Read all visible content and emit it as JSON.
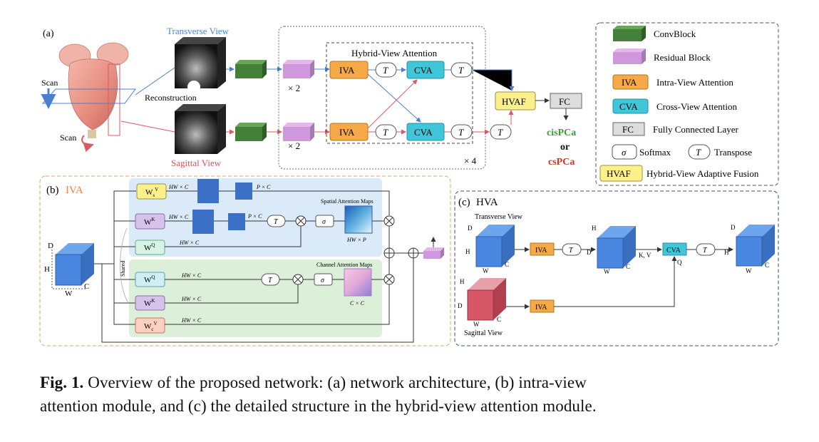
{
  "panel_a": {
    "label": "(a)",
    "scan_top": "Scan",
    "scan_bottom": "Scan",
    "transverse_view": "Transverse View",
    "sagittal_view": "Sagittal View",
    "reconstruction": "Reconstruction",
    "times2_top": "× 2",
    "times2_bottom": "× 2",
    "hva_title": "Hybrid-View Attention",
    "times4": "× 4",
    "iva": "IVA",
    "cva": "CVA",
    "t": "T",
    "hvaf": "HVAF",
    "fc": "FC",
    "out_cis": "cisPCa",
    "out_or": "or",
    "out_cs": "csPCa"
  },
  "legend": {
    "convblock": "ConvBlock",
    "residual": "Residual Block",
    "iva_tag": "IVA",
    "iva_text": "Intra-View Attention",
    "cva_tag": "CVA",
    "cva_text": "Cross-View Attention",
    "fc_tag": "FC",
    "fc_text": "Fully Connected Layer",
    "sigma_tag": "σ",
    "softmax": "Softmax",
    "t_tag": "T",
    "transpose": "Transpose",
    "hvaf_tag": "HVAF",
    "hvaf_text": "Hybrid-View Adaptive Fusion"
  },
  "panel_b": {
    "label": "(b)",
    "title": "IVA",
    "d": "D",
    "h": "H",
    "w": "W",
    "c": "C",
    "shared": "Shared",
    "wsv": "W",
    "wsv_sub": "s",
    "wsv_sup": "V",
    "wk": "W",
    "wk_sup": "K",
    "wq": "W",
    "wq_sup": "Q",
    "wq2": "W",
    "wq2_sup": "Q",
    "wk2": "W",
    "wk2_sup": "K",
    "wcv": "W",
    "wcv_sub": "c",
    "wcv_sup": "V",
    "hwc": "HW × C",
    "pc": "P × C",
    "spatial_maps": "Spatial Attention Maps",
    "hwp": "HW × P",
    "channel_maps": "Channel Attention Maps",
    "cc": "C × C",
    "sigma": "σ",
    "t": "T"
  },
  "panel_c": {
    "label": "(c)",
    "title": "HVA",
    "transverse_view": "Transverse View",
    "sagittal_view": "Sagittal View",
    "d": "D",
    "h": "H",
    "w": "W",
    "c": "C",
    "iva": "IVA",
    "cva": "CVA",
    "t": "T",
    "kv": "K, V",
    "q": "Q"
  },
  "caption": {
    "fig": "Fig. 1.",
    "text_line1": " Overview of the proposed network: (a) network architecture, (b) intra-view",
    "text_line2": "attention module, and (c) the detailed structure in the hybrid-view attention module."
  }
}
